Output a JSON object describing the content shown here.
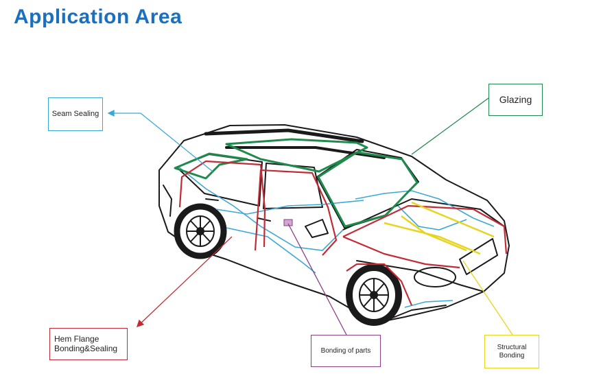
{
  "title": "Application Area",
  "callouts": {
    "seam_sealing": "Seam Sealing",
    "glazing": "Glazing",
    "hem_flange_line1": "Hem Flange",
    "hem_flange_line2": "Bonding&Sealing",
    "bonding_of_parts": "Bonding of parts",
    "structural_line1": "Structural",
    "structural_line2": "Bonding"
  },
  "colors": {
    "title": "#1a6fbf",
    "seam_sealing": "#3aa8d6",
    "glazing": "#1f8a4c",
    "hem_flange": "#c22b35",
    "bonding_of_parts": "#8a3f86",
    "structural_bonding": "#e7d41d"
  }
}
